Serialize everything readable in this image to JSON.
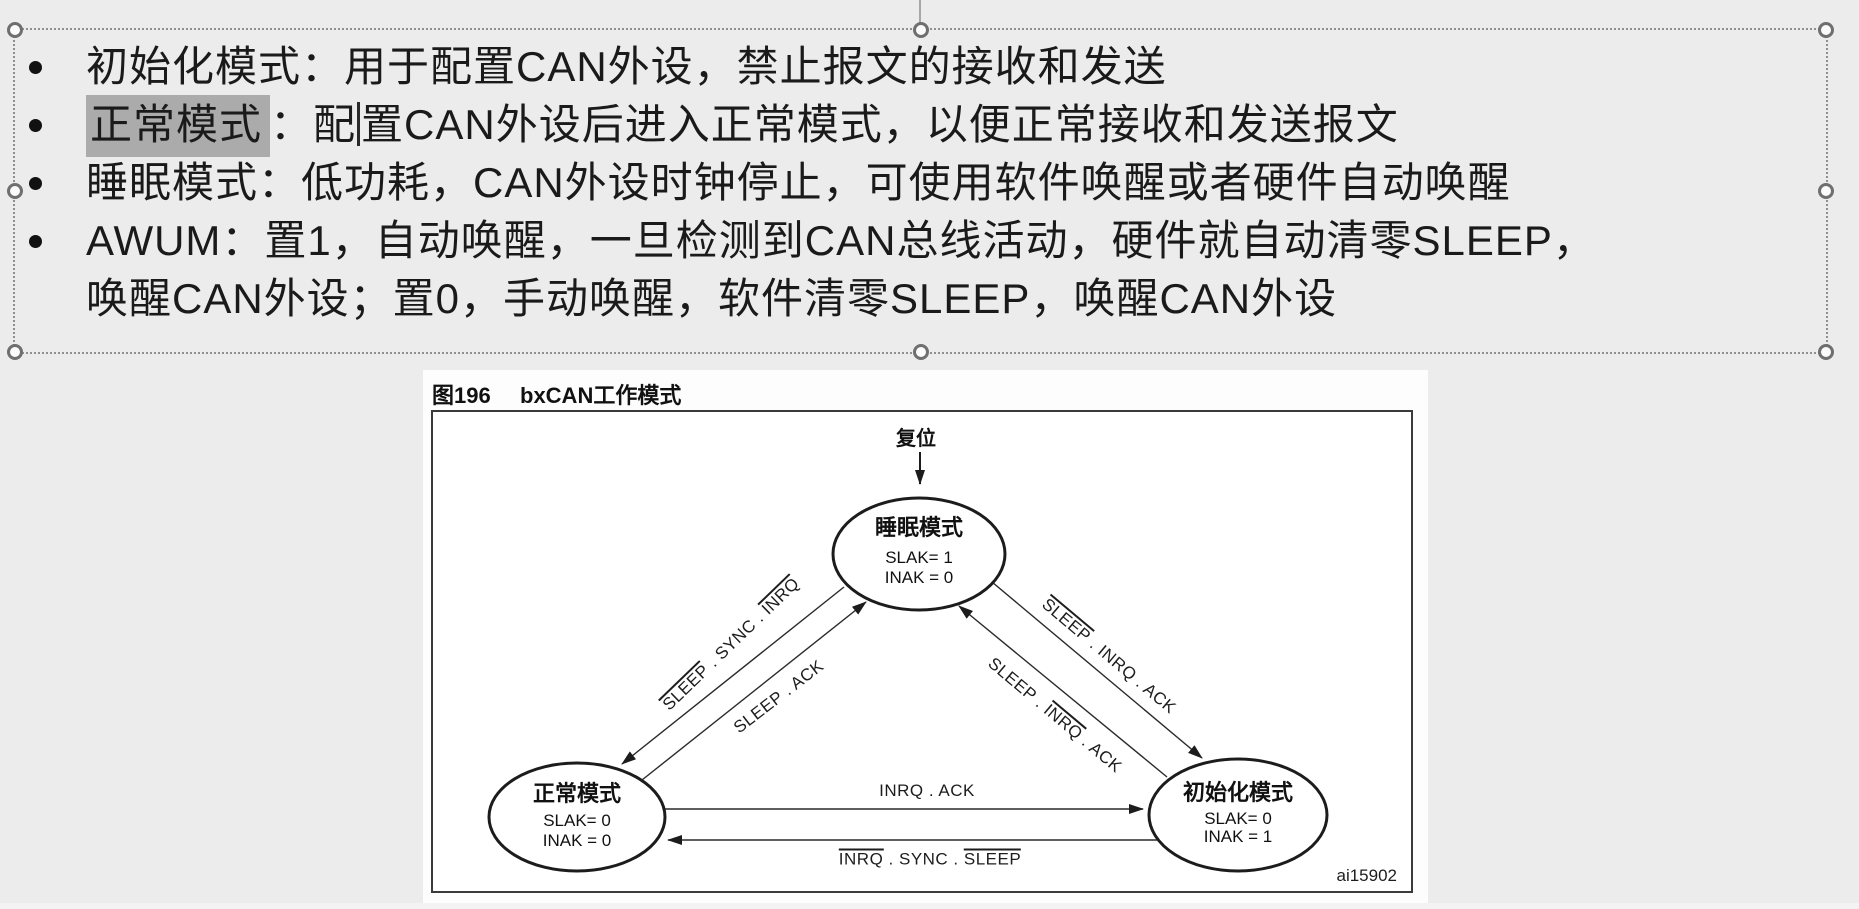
{
  "slide": {
    "background_color": "#ececec",
    "highlight_color": "#ababab"
  },
  "bullet_list": {
    "lines": [
      {
        "bullet": true,
        "segments": [
          {
            "text": "初始化模式：用于配置CAN外设，禁止报文的接收和发送"
          }
        ]
      },
      {
        "bullet": true,
        "segments": [
          {
            "text": "正常模式",
            "highlight": true
          },
          {
            "text": "：配"
          },
          {
            "caret": true
          },
          {
            "text": "置CAN外设后进入正常模式，以便正常接收和发送报文"
          }
        ]
      },
      {
        "bullet": true,
        "segments": [
          {
            "text": "睡眠模式：低功耗，CAN外设时钟停止，可使用软件唤醒或者硬件自动唤醒"
          }
        ]
      },
      {
        "bullet": true,
        "segments": [
          {
            "text": "AWUM：置1，自动唤醒，一旦检测到CAN总线活动，硬件就自动清零SLEEP，"
          }
        ]
      },
      {
        "bullet": false,
        "segments": [
          {
            "text": "唤醒CAN外设；置0，手动唤醒，软件清零SLEEP，唤醒CAN外设"
          }
        ]
      }
    ]
  },
  "figure": {
    "caption_number": "图196",
    "caption_title": "bxCAN工作模式",
    "reset_label": "复位",
    "watermark": "ai15902",
    "states": {
      "sleep": {
        "title": "睡眠模式",
        "slak": "SLAK= 1",
        "inak": "INAK = 0"
      },
      "normal": {
        "title": "正常模式",
        "slak": "SLAK= 0",
        "inak": "INAK = 0"
      },
      "init": {
        "title": "初始化模式",
        "slak": "SLAK= 0",
        "inak": "INAK = 1"
      }
    },
    "transitions": [
      {
        "name": "sleep-to-normal",
        "segments": [
          {
            "text": "SLEEP",
            "overline": true
          },
          {
            "text": " . SYNC . "
          },
          {
            "text": "INRQ",
            "overline": true
          }
        ]
      },
      {
        "name": "normal-to-sleep",
        "segments": [
          {
            "text": "SLEEP . ACK"
          }
        ]
      },
      {
        "name": "sleep-to-init",
        "segments": [
          {
            "text": "SLEEP",
            "overline": true
          },
          {
            "text": " . INRQ . ACK"
          }
        ]
      },
      {
        "name": "init-to-sleep",
        "segments": [
          {
            "text": "SLEEP . "
          },
          {
            "text": "INRQ",
            "overline": true
          },
          {
            "text": " . ACK"
          }
        ]
      },
      {
        "name": "normal-to-init",
        "segments": [
          {
            "text": "INRQ . ACK"
          }
        ]
      },
      {
        "name": "init-to-normal",
        "segments": [
          {
            "text": "INRQ",
            "overline": true
          },
          {
            "text": " . SYNC . "
          },
          {
            "text": "SLEEP",
            "overline": true
          }
        ]
      }
    ]
  }
}
